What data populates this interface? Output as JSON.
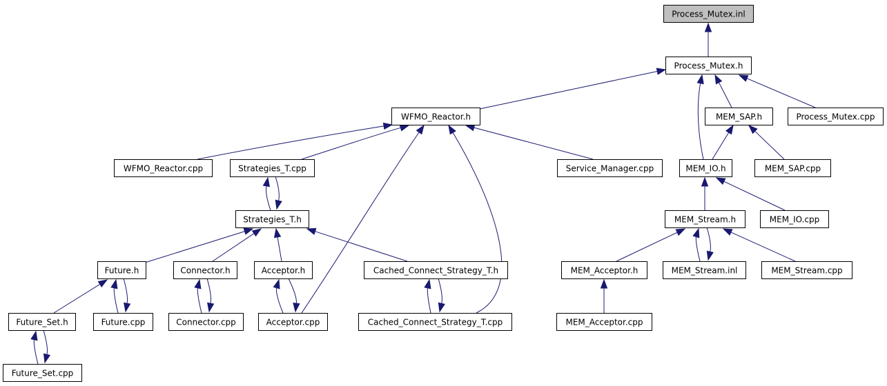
{
  "diagram": {
    "nodes": [
      {
        "id": "process_mutex_inl",
        "label": "Process_Mutex.inl",
        "highlighted": true
      },
      {
        "id": "process_mutex_h",
        "label": "Process_Mutex.h"
      },
      {
        "id": "wfmo_reactor_h",
        "label": "WFMO_Reactor.h"
      },
      {
        "id": "mem_sap_h",
        "label": "MEM_SAP.h"
      },
      {
        "id": "process_mutex_cpp",
        "label": "Process_Mutex.cpp"
      },
      {
        "id": "wfmo_reactor_cpp",
        "label": "WFMO_Reactor.cpp"
      },
      {
        "id": "strategies_t_cpp",
        "label": "Strategies_T.cpp"
      },
      {
        "id": "service_manager_cpp",
        "label": "Service_Manager.cpp"
      },
      {
        "id": "mem_io_h",
        "label": "MEM_IO.h"
      },
      {
        "id": "mem_sap_cpp",
        "label": "MEM_SAP.cpp"
      },
      {
        "id": "strategies_t_h",
        "label": "Strategies_T.h"
      },
      {
        "id": "mem_stream_h",
        "label": "MEM_Stream.h"
      },
      {
        "id": "mem_io_cpp",
        "label": "MEM_IO.cpp"
      },
      {
        "id": "future_h",
        "label": "Future.h"
      },
      {
        "id": "connector_h",
        "label": "Connector.h"
      },
      {
        "id": "acceptor_h",
        "label": "Acceptor.h"
      },
      {
        "id": "cached_connect_strategy_t_h",
        "label": "Cached_Connect_Strategy_T.h"
      },
      {
        "id": "mem_acceptor_h",
        "label": "MEM_Acceptor.h"
      },
      {
        "id": "mem_stream_inl",
        "label": "MEM_Stream.inl"
      },
      {
        "id": "mem_stream_cpp",
        "label": "MEM_Stream.cpp"
      },
      {
        "id": "future_set_h",
        "label": "Future_Set.h"
      },
      {
        "id": "future_cpp",
        "label": "Future.cpp"
      },
      {
        "id": "connector_cpp",
        "label": "Connector.cpp"
      },
      {
        "id": "acceptor_cpp",
        "label": "Acceptor.cpp"
      },
      {
        "id": "cached_connect_strategy_t_cpp",
        "label": "Cached_Connect_Strategy_T.cpp"
      },
      {
        "id": "mem_acceptor_cpp",
        "label": "MEM_Acceptor.cpp"
      },
      {
        "id": "future_set_cpp",
        "label": "Future_Set.cpp"
      }
    ],
    "edges": [
      {
        "from": "process_mutex_h",
        "to": "process_mutex_inl"
      },
      {
        "from": "wfmo_reactor_h",
        "to": "process_mutex_h"
      },
      {
        "from": "mem_io_h",
        "to": "process_mutex_h"
      },
      {
        "from": "mem_sap_h",
        "to": "process_mutex_h"
      },
      {
        "from": "process_mutex_cpp",
        "to": "process_mutex_h"
      },
      {
        "from": "wfmo_reactor_cpp",
        "to": "wfmo_reactor_h"
      },
      {
        "from": "strategies_t_cpp",
        "to": "wfmo_reactor_h"
      },
      {
        "from": "service_manager_cpp",
        "to": "wfmo_reactor_h"
      },
      {
        "from": "acceptor_cpp",
        "to": "wfmo_reactor_h"
      },
      {
        "from": "cached_connect_strategy_t_cpp",
        "to": "wfmo_reactor_h"
      },
      {
        "from": "mem_io_h",
        "to": "mem_sap_h"
      },
      {
        "from": "mem_sap_cpp",
        "to": "mem_sap_h"
      },
      {
        "from": "strategies_t_h",
        "to": "strategies_t_cpp"
      },
      {
        "from": "strategies_t_cpp",
        "to": "strategies_t_h"
      },
      {
        "from": "mem_stream_h",
        "to": "mem_io_h"
      },
      {
        "from": "mem_io_cpp",
        "to": "mem_io_h"
      },
      {
        "from": "future_h",
        "to": "strategies_t_h"
      },
      {
        "from": "connector_h",
        "to": "strategies_t_h"
      },
      {
        "from": "acceptor_h",
        "to": "strategies_t_h"
      },
      {
        "from": "cached_connect_strategy_t_h",
        "to": "strategies_t_h"
      },
      {
        "from": "mem_acceptor_h",
        "to": "mem_stream_h"
      },
      {
        "from": "mem_stream_inl",
        "to": "mem_stream_h"
      },
      {
        "from": "mem_stream_h",
        "to": "mem_stream_inl"
      },
      {
        "from": "mem_stream_cpp",
        "to": "mem_stream_h"
      },
      {
        "from": "future_set_h",
        "to": "future_h"
      },
      {
        "from": "future_cpp",
        "to": "future_h"
      },
      {
        "from": "future_h",
        "to": "future_cpp"
      },
      {
        "from": "connector_cpp",
        "to": "connector_h"
      },
      {
        "from": "connector_h",
        "to": "connector_cpp"
      },
      {
        "from": "acceptor_cpp",
        "to": "acceptor_h"
      },
      {
        "from": "acceptor_h",
        "to": "acceptor_cpp"
      },
      {
        "from": "cached_connect_strategy_t_cpp",
        "to": "cached_connect_strategy_t_h"
      },
      {
        "from": "cached_connect_strategy_t_h",
        "to": "cached_connect_strategy_t_cpp"
      },
      {
        "from": "mem_acceptor_cpp",
        "to": "mem_acceptor_h"
      },
      {
        "from": "future_set_cpp",
        "to": "future_set_h"
      },
      {
        "from": "future_set_h",
        "to": "future_set_cpp"
      }
    ]
  },
  "colors": {
    "edge": "#191970",
    "node_border": "#000000",
    "node_fill": "#ffffff",
    "root_fill": "#bfbfbf",
    "background": "#ffffff"
  }
}
